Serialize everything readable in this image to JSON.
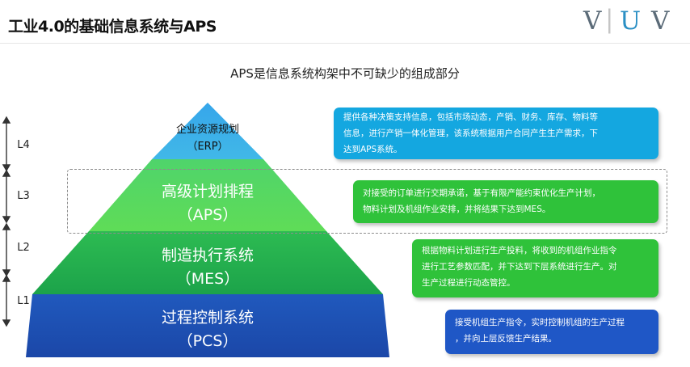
{
  "header": {
    "title": "工业4.0的基础信息系统与APS",
    "logo": {
      "left": "V",
      "sep": "|",
      "mid": "U",
      "right": "V"
    }
  },
  "subtitle": "APS是信息系统构架中不可缺少的组成部分",
  "levels": [
    "L4",
    "L3",
    "L2",
    "L1"
  ],
  "layers": [
    {
      "name": "企业资源规划",
      "abbr": "（ERP）"
    },
    {
      "name": "高级计划排程",
      "abbr": "（APS）"
    },
    {
      "name": "制造执行系统",
      "abbr": "（MES）"
    },
    {
      "name": "过程控制系统",
      "abbr": "（PCS）"
    }
  ],
  "descriptions": [
    {
      "line1": "提供各种决策支持信息，包括市场动态，产销、财务、库存、物料等",
      "line2": "信息，进行产销一体化管理，该系统根据用户合同产生生产需求，下",
      "line3": "达到APS系统。"
    },
    {
      "line1": "对接受的订单进行交期承诺，基于有限产能约束优化生产计划，",
      "line2": "物料计划及机组作业安排，并将结果下达到MES。"
    },
    {
      "line1": "根据物料计划进行生产投料，将收到的机组作业指令",
      "line2": "进行工艺参数匹配，并下达到下层系统进行生产。对",
      "line3": "生产过程进行动态管控。"
    },
    {
      "line1": "接受机组生产指令，实时控制机组的生产过程",
      "line2": "，并向上层反馈生产结果。"
    }
  ],
  "colors": {
    "erp": "#39aee8",
    "aps": "#57d85f",
    "mes": "#25b24e",
    "pcs": "#1f4fb6",
    "box_erp": "#14a7e0",
    "box_aps": "#2fc23a",
    "box_mes": "#2fc23a",
    "box_pcs": "#1f57c6"
  }
}
